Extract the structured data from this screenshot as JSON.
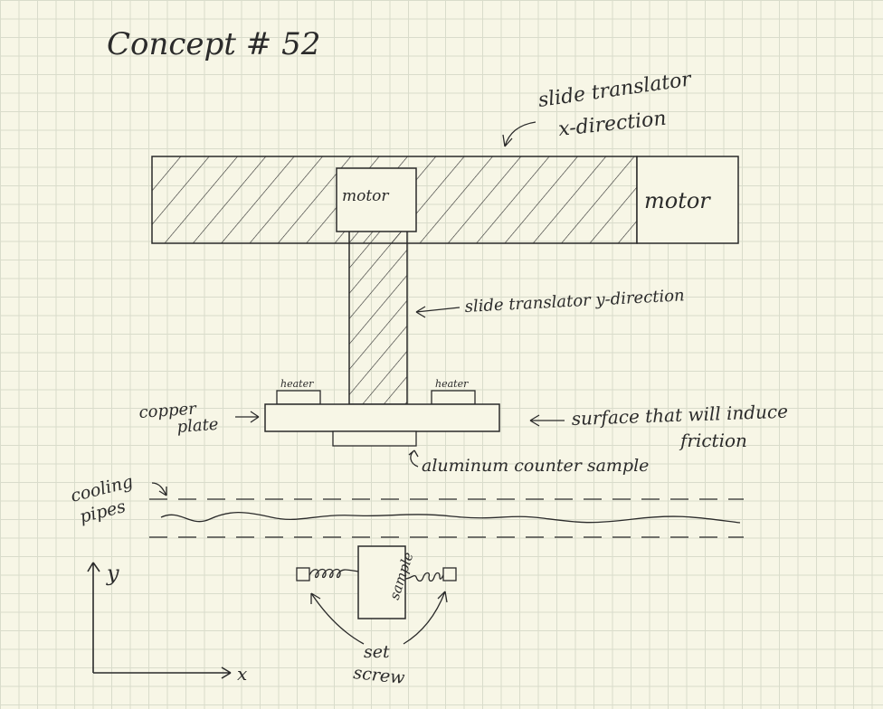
{
  "title": "Concept # 52",
  "labels": {
    "slide_x_line1": "slide translator",
    "slide_x_line2": "x-direction",
    "motor_top": "motor",
    "motor_right": "motor",
    "slide_y": "slide translator y-direction",
    "heater_left": "heater",
    "heater_right": "heater",
    "copper_line1": "copper",
    "copper_line2": "plate",
    "surface_line1": "surface that will induce",
    "surface_line2": "friction",
    "aluminum": "aluminum counter sample",
    "cooling_line1": "cooling",
    "cooling_line2": "pipes",
    "sample": "sample",
    "set_line1": "set",
    "set_line2": "screw",
    "axis_y": "y",
    "axis_x": "x"
  },
  "colors": {
    "paper": "#f7f6e6",
    "grid": "#d9dccb",
    "ink": "#2a2a2a"
  }
}
